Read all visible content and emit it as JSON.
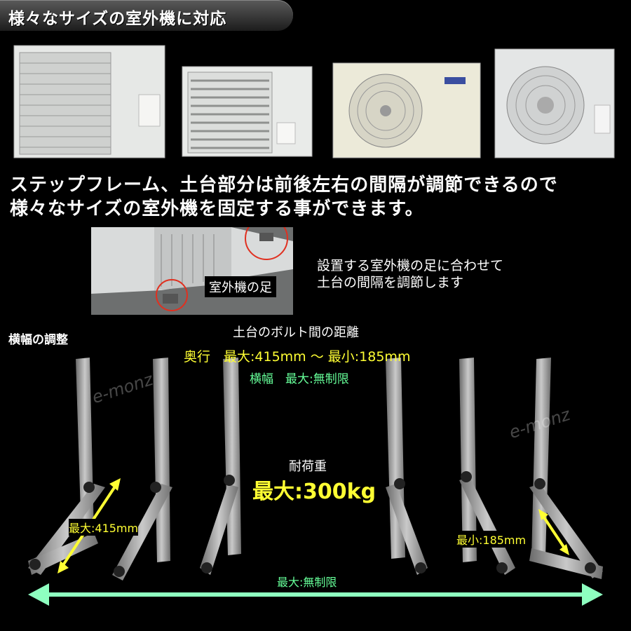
{
  "header": {
    "title": "様々なサイズの室外機に対応"
  },
  "intro": {
    "line1": "ステップフレーム、土台部分は前後左右の間隔が調節できるので",
    "line2": "様々なサイズの室外機を固定する事ができます。"
  },
  "inset_photo": {
    "label": "室外機の足"
  },
  "note": {
    "line1": "設置する室外機の足に合わせて",
    "line2": "土台の間隔を調節します"
  },
  "section_label": "横幅の調整",
  "spec": {
    "heading": "土台のボルト間の距離",
    "depth": "奥行　最大:415mm ～ 最小:185mm",
    "width": "横幅　最大:無制限",
    "load_heading": "耐荷重",
    "load_value": "最大:300kg"
  },
  "annotations": {
    "max_depth": "最大:415mm",
    "min_depth": "最小:185mm",
    "max_width": "最大:無制限"
  },
  "watermark": "e-monz",
  "colors": {
    "yellow": "#ffff33",
    "green": "#66ff99",
    "arrow_green": "#8effc0"
  }
}
